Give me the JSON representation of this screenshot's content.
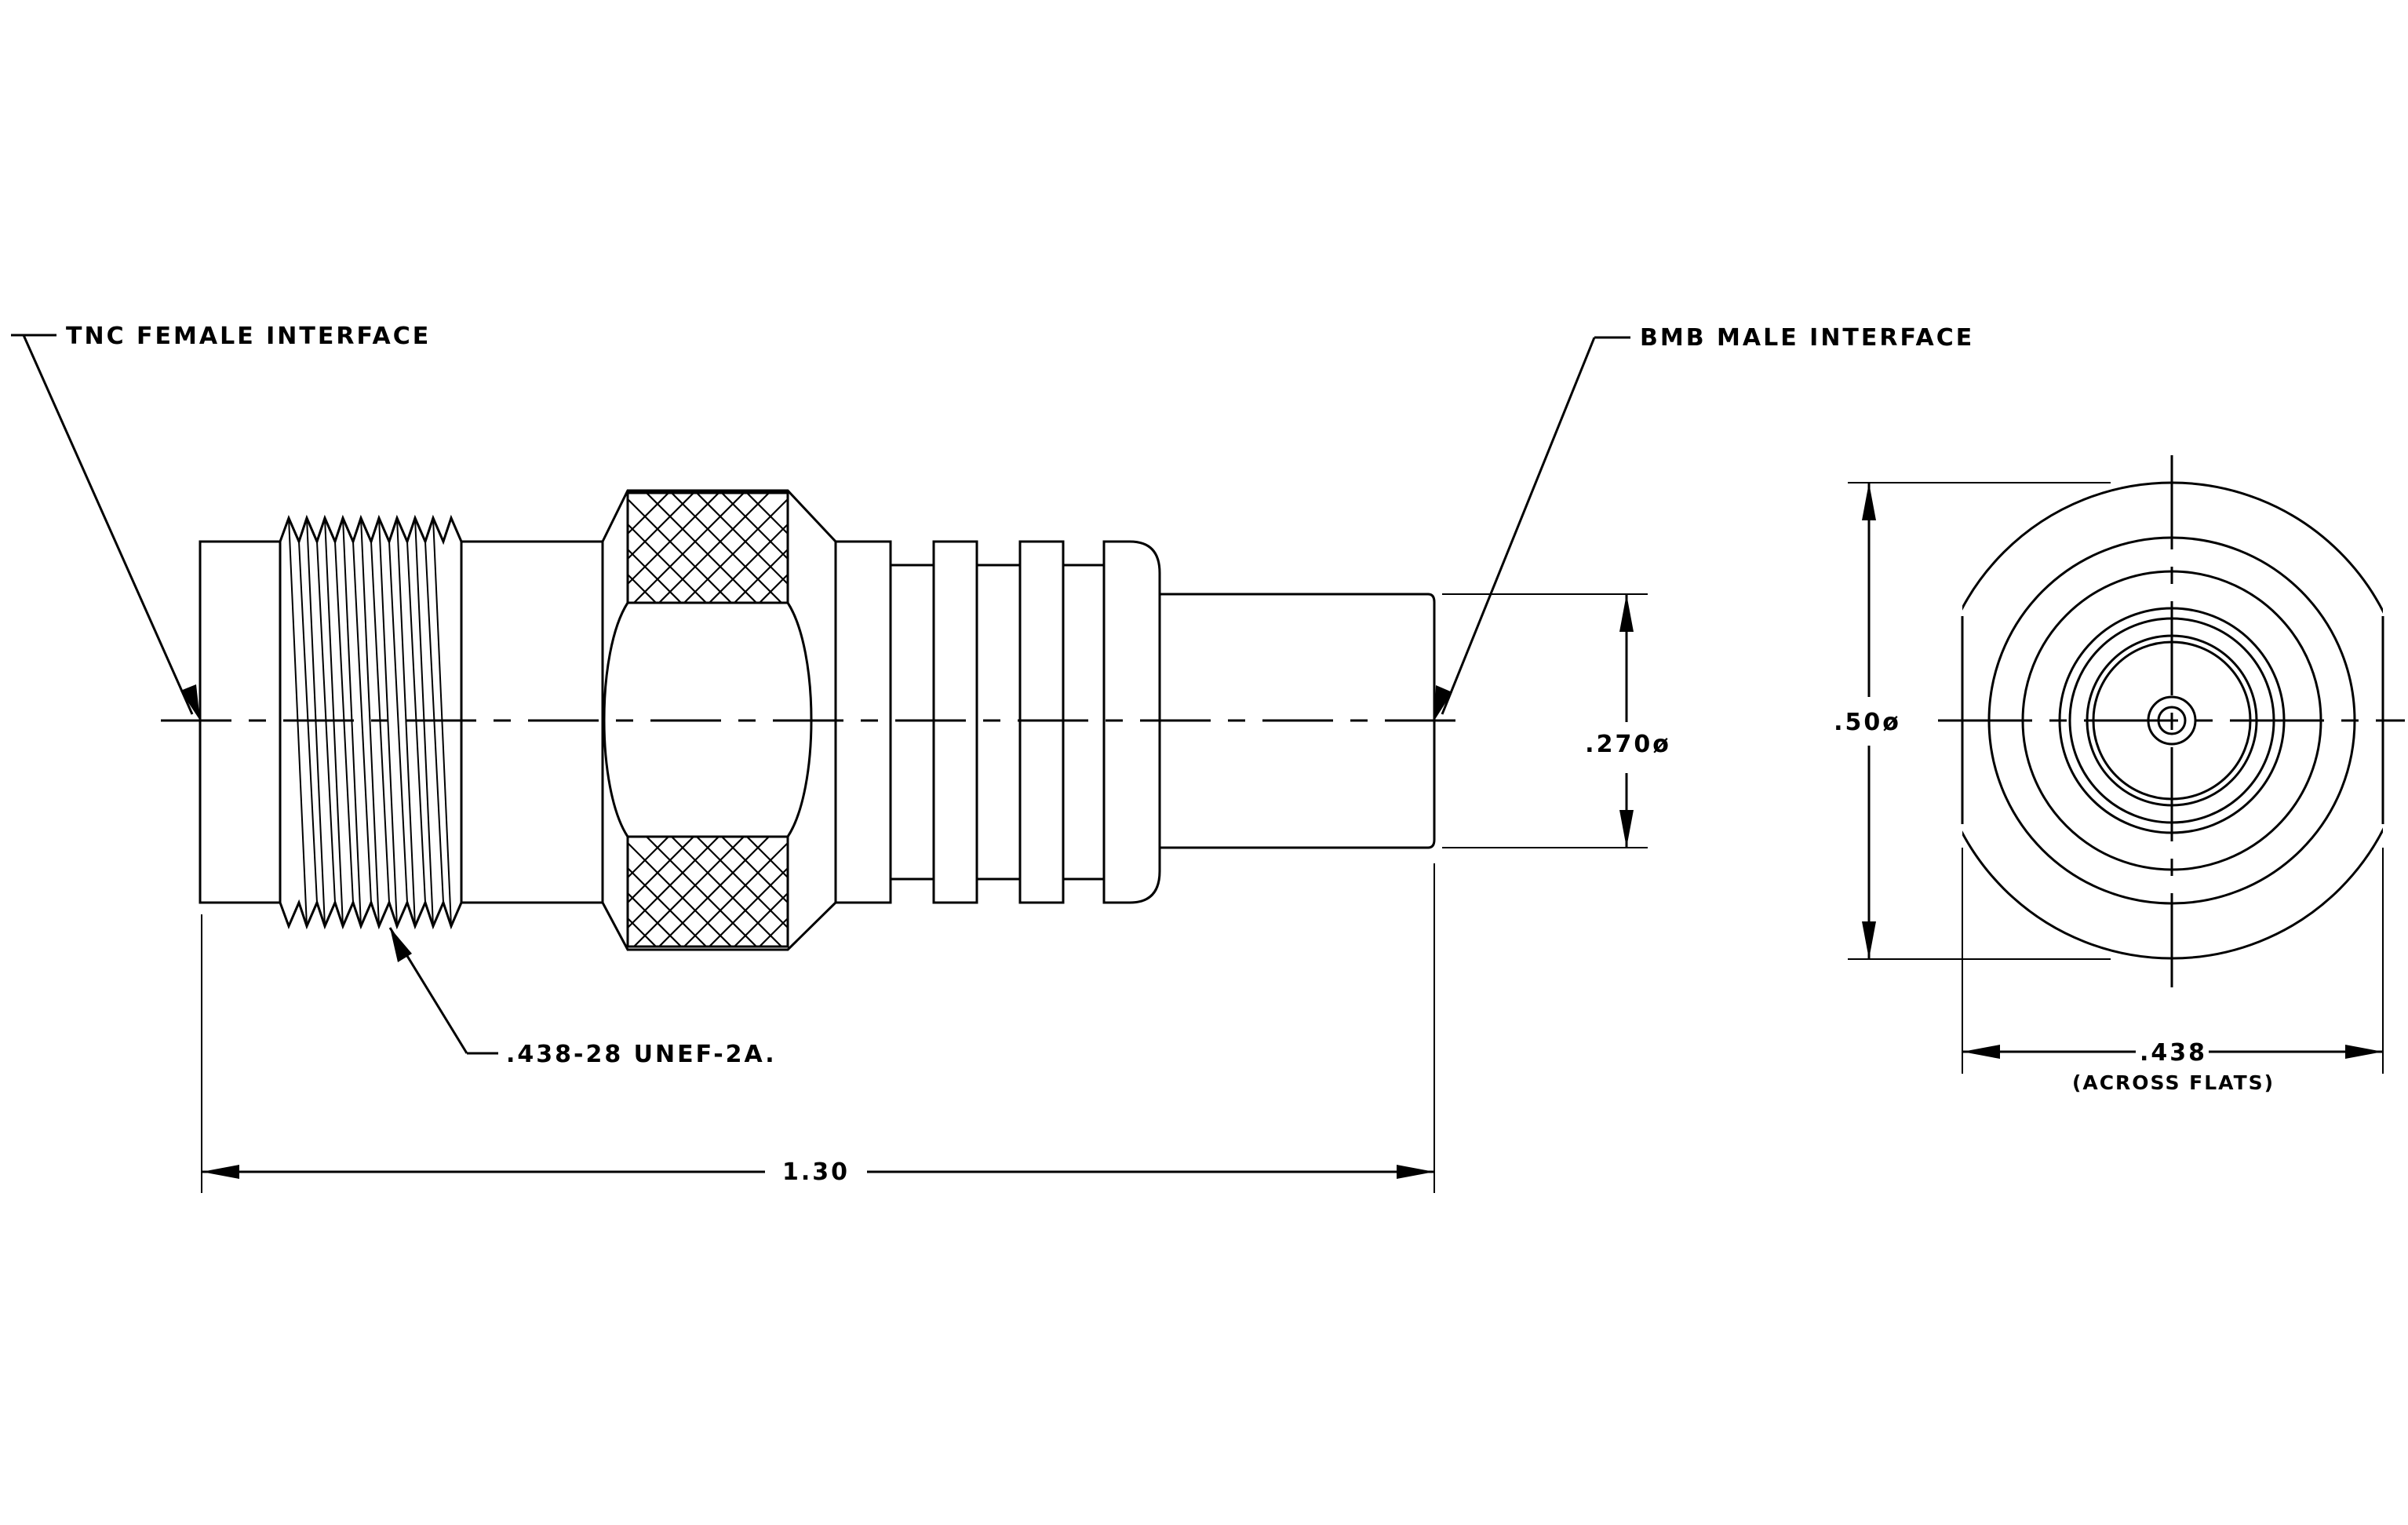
{
  "drawing": {
    "labels": {
      "left_interface": "TNC FEMALE INTERFACE",
      "right_interface": "BMB MALE INTERFACE",
      "thread_spec": ".438-28 UNEF-2A.",
      "overall_length": "1.30",
      "pin_diameter": ".270ø",
      "body_diameter": ".50ø",
      "across_flats_value": ".438",
      "across_flats_note": "(ACROSS FLATS)"
    },
    "line_color": "#000000",
    "background_color": "#ffffff"
  }
}
